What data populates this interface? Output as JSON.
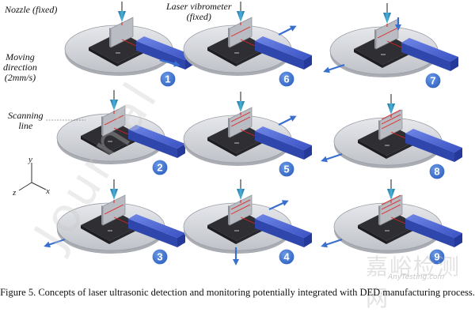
{
  "labels": {
    "nozzle": "Nozzle (fixed)",
    "laser_vibrometer": "Laser vibrometer\n(fixed)",
    "moving_direction": "Moving\ndirection\n(2mm/s)",
    "scanning_line": "Scanning\nline"
  },
  "axes": {
    "y": "y",
    "z": "z",
    "x": "x"
  },
  "panels": [
    {
      "number": "1",
      "arrow": "right-down"
    },
    {
      "number": "2",
      "arrow": "none"
    },
    {
      "number": "3",
      "arrow": "left-down"
    },
    {
      "number": "4",
      "arrow": "up-right-and-down"
    },
    {
      "number": "5",
      "arrow": "up-right"
    },
    {
      "number": "6",
      "arrow": "up-right"
    },
    {
      "number": "7",
      "arrow": "down-left-and-down"
    },
    {
      "number": "8",
      "arrow": "left-down"
    },
    {
      "number": "9",
      "arrow": "left-down"
    }
  ],
  "caption": "Figure 5. Concepts of laser ultrasonic detection and monitoring potentially integrated with DED manufacturing process.",
  "watermark": {
    "cn": "嘉峪检测网",
    "en": "AnyTesting.com",
    "journal": "Journal"
  },
  "colors": {
    "table": "#d9dbe0",
    "plate": "#3b3b40",
    "probe": "#3d57c8",
    "badge": "#3a6fd0",
    "arrow": "#3a6fd0",
    "nozzle": "#2d8fbf",
    "scan_line": "#e02020"
  }
}
